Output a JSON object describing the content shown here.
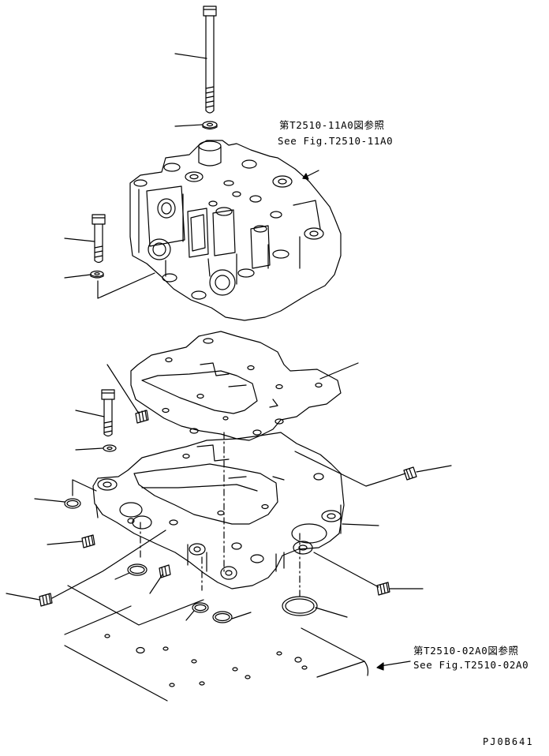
{
  "references": {
    "upper": {
      "jp": "第T2510-11A0図参照",
      "en": "See Fig.T2510-11A0"
    },
    "lower": {
      "jp": "第T2510-02A0図参照",
      "en": "See Fig.T2510-02A0"
    }
  },
  "drawing_code": "PJ0B641"
}
